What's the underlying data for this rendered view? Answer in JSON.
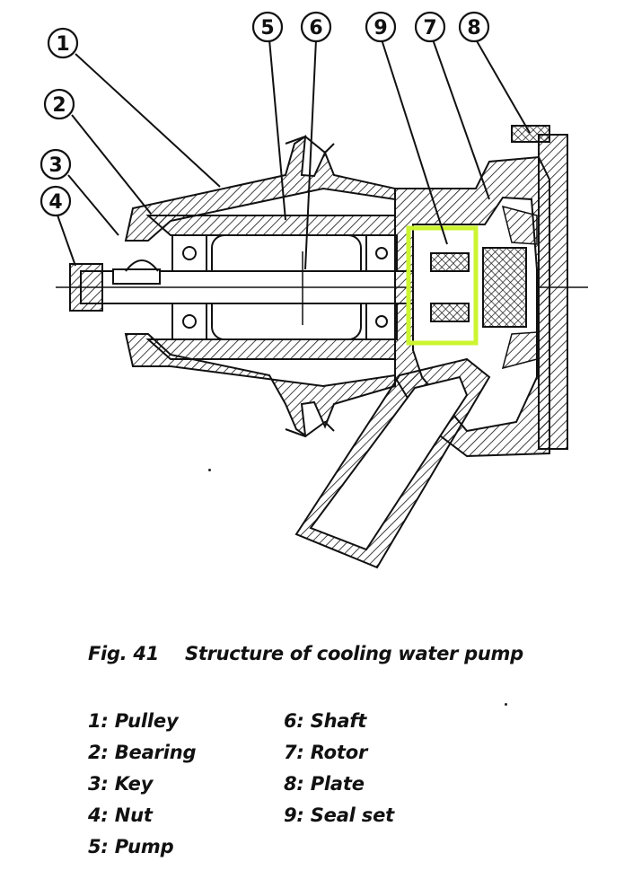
{
  "callouts": [
    "1",
    "2",
    "3",
    "4",
    "5",
    "6",
    "9",
    "7",
    "8"
  ],
  "caption": {
    "number": "Fig. 41",
    "title": "Structure of cooling water pump"
  },
  "legend": {
    "left": [
      "1: Pulley",
      "2: Bearing",
      "3: Key",
      "4: Nut",
      "5: Pump"
    ],
    "right": [
      "6: Shaft",
      "7: Rotor",
      "8: Plate",
      "9: Seal set"
    ]
  },
  "highlight": {
    "part": "9",
    "color": "#ccf530"
  },
  "colors": {
    "ink": "#111111",
    "paper": "#ffffff"
  }
}
